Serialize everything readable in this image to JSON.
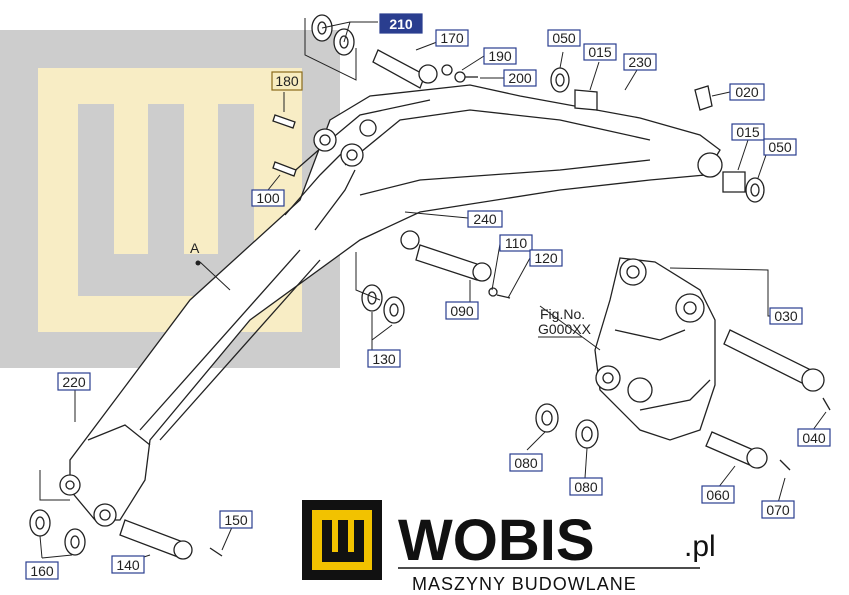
{
  "parts": {
    "p210": "210",
    "p170": "170",
    "p190": "190",
    "p200": "200",
    "p050a": "050",
    "p015a": "015",
    "p230": "230",
    "p020": "020",
    "p015b": "015",
    "p050b": "050",
    "p180": "180",
    "p100": "100",
    "p240": "240",
    "p110": "110",
    "p120": "120",
    "p090": "090",
    "p130": "130",
    "p030": "030",
    "p040": "040",
    "p220": "220",
    "p080a": "080",
    "p080b": "080",
    "p060": "060",
    "p070": "070",
    "p150": "150",
    "p140": "140",
    "p160": "160"
  },
  "refs": {
    "fig_line1": "Fig.No.",
    "fig_line2": "G000XX",
    "marker_a": "A"
  },
  "brand": {
    "name": "WOBIS",
    "suffix": ".pl",
    "tagline": "MASZYNY BUDOWLANE"
  },
  "colors": {
    "highlight": "#2a3e8f",
    "watermark_gray": "#c8c8c8",
    "watermark_cream": "#f8ecbf",
    "logo_yellow": "#f2c200"
  }
}
